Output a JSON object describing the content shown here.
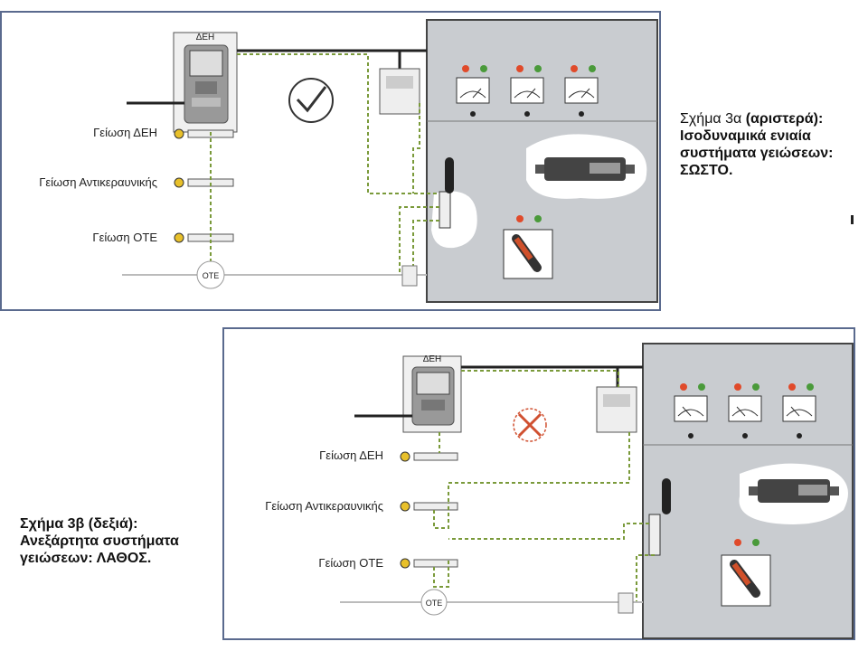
{
  "figure_a": {
    "meter_label": "ΔΕΗ",
    "ground_labels": [
      "Γείωση ΔΕΗ",
      "Γείωση Αντικεραυνικής",
      "Γείωση ΟΤΕ"
    ],
    "ote_label": "ΟΤΕ",
    "status_icon": "checkmark-icon",
    "caption_prefix": "Σχήμα 3α",
    "caption_suffix": "(αριστερά):",
    "caption_line2": "Ισοδυναμικά ενιαία",
    "caption_line3": "συστήματα γειώσεων:",
    "caption_line4": "ΣΩΣΤΟ."
  },
  "figure_b": {
    "meter_label": "ΔΕΗ",
    "ground_labels": [
      "Γείωση ΔΕΗ",
      "Γείωση Αντικεραυνικής",
      "Γείωση ΟΤΕ"
    ],
    "ote_label": "ΟΤΕ",
    "status_icon": "cross-icon",
    "caption_line1": "Σχήμα 3β (δεξιά):",
    "caption_line2": "Ανεξάρτητα συστήματα",
    "caption_line3": "γειώσεων: ΛΑΘΟΣ."
  },
  "colors": {
    "cabinet": "#c9ccd0",
    "ground_wire": "#7a9a3a",
    "border": "#5a6a8e",
    "check": "#333333",
    "cross": "#d05030"
  }
}
